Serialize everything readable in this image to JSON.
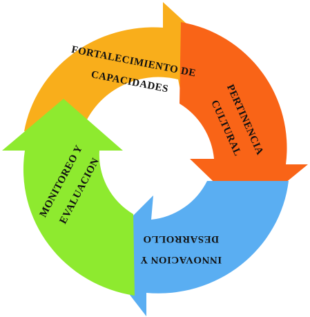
{
  "segments": [
    {
      "id": "fortalecimiento",
      "color": "#F9AE1B",
      "lines": [
        "FORTALECIMIENTO DE",
        "CAPACIDADES"
      ]
    },
    {
      "id": "pertinencia",
      "color": "#F96417",
      "lines": [
        "PERTINENCIA",
        "CULTURAL"
      ]
    },
    {
      "id": "innovacion",
      "color": "#5AAEF2",
      "lines": [
        "INNOVACION Y",
        "DESARROLLO"
      ]
    },
    {
      "id": "monitoreo",
      "color": "#8EEA2F",
      "lines": [
        "MONITOREO Y",
        "EVALUACION"
      ]
    }
  ]
}
